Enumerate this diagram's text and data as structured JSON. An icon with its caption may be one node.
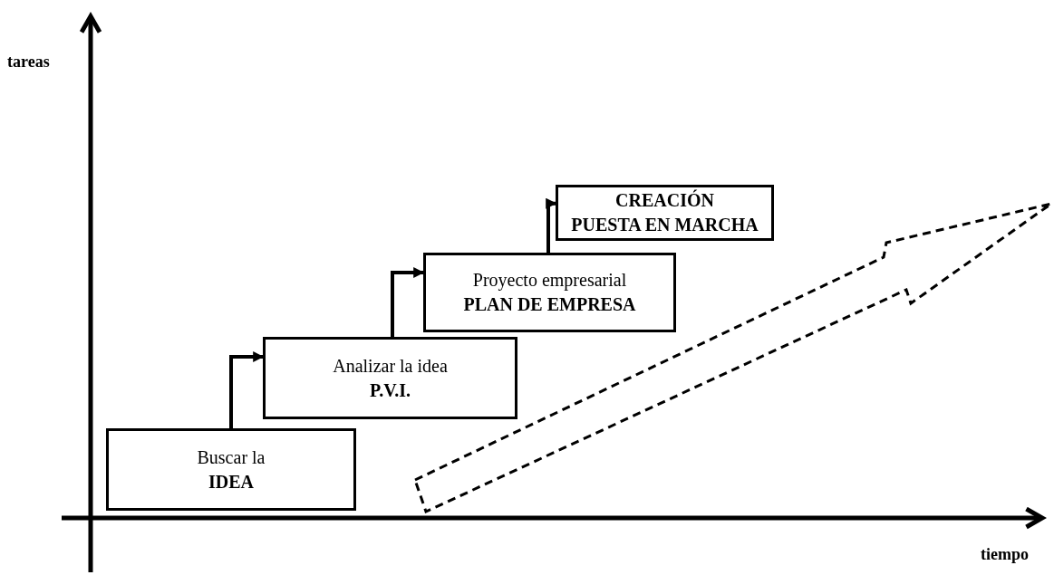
{
  "diagram": {
    "nodes": [
      {
        "text": [
          "Buscar la",
          "IDEA"
        ]
      },
      {
        "text": [
          "Analizar la idea",
          "P.V.I."
        ]
      },
      {
        "text": [
          "Proyecto empresarial",
          "PLAN DE EMPRESA"
        ]
      },
      {
        "text": [
          "CREACIÓN",
          "PUESTA EN MARCHA"
        ]
      }
    ],
    "edges": [
      {
        "from": 0,
        "to": 1,
        "arrow": "to"
      },
      {
        "from": 1,
        "to": 2,
        "arrow": "to"
      },
      {
        "from": 2,
        "to": 3,
        "arrow": "to"
      }
    ],
    "labels": [
      "tareas",
      "tiempo"
    ]
  }
}
